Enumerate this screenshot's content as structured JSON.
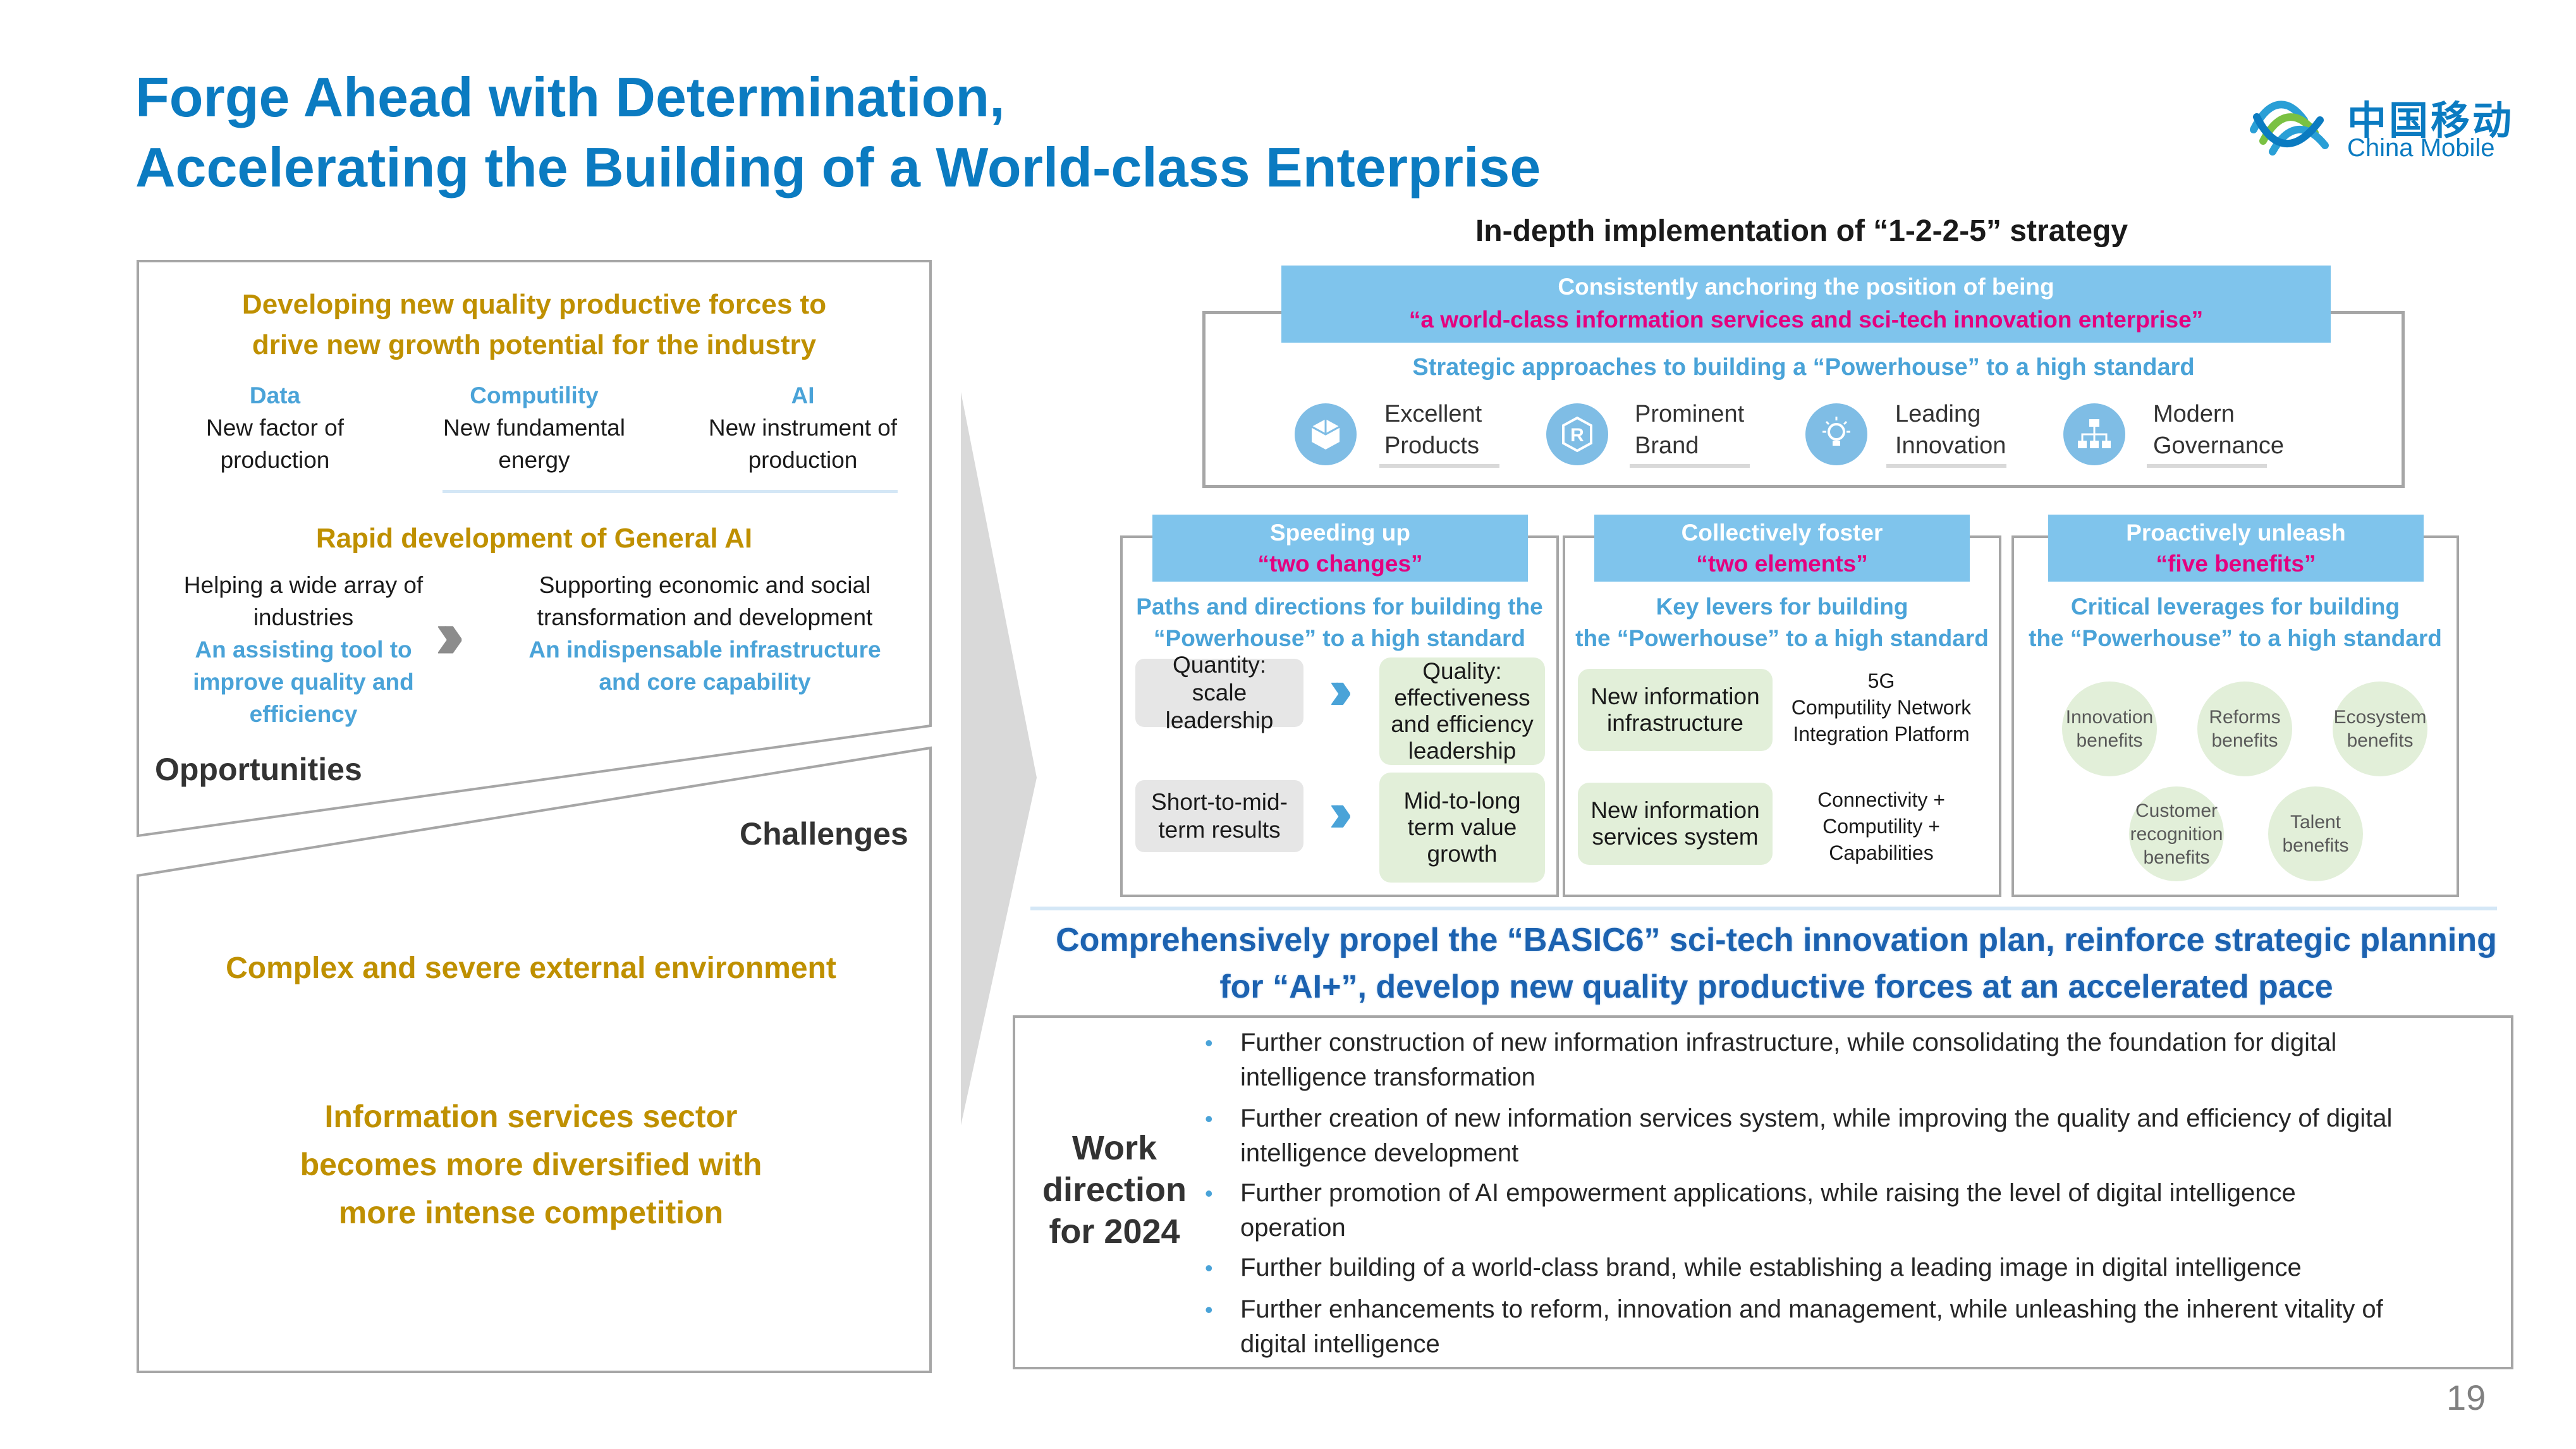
{
  "title": {
    "line1": "Forge Ahead with Determination,",
    "line2": "Accelerating the Building of a World-class Enterprise"
  },
  "logo": {
    "cn": "中国移动",
    "en": "China Mobile",
    "icon": "china-mobile-logo-icon"
  },
  "left": {
    "heading1_l1": "Developing new quality productive forces to",
    "heading1_l2": "drive new growth potential for the industry",
    "factors": [
      {
        "title": "Data",
        "l1": "New factor of",
        "l2": "production"
      },
      {
        "title": "Computility",
        "l1": "New fundamental",
        "l2": "energy"
      },
      {
        "title": "AI",
        "l1": "New instrument of",
        "l2": "production"
      }
    ],
    "heading2": "Rapid development of General AI",
    "ai_left": {
      "l1": "Helping a wide array of",
      "l2": "industries",
      "b1": "An assisting tool to",
      "b2": "improve quality and",
      "b3": "efficiency"
    },
    "ai_right": {
      "l1": "Supporting economic and social",
      "l2": "transformation and development",
      "b1": "An indispensable infrastructure",
      "b2": "and core capability"
    },
    "opportunities": "Opportunities",
    "challenges": "Challenges",
    "challenge1": "Complex and severe external environment",
    "challenge2_l1": "Information services sector",
    "challenge2_l2": "becomes more diversified with",
    "challenge2_l3": "more intense competition"
  },
  "strategy": {
    "heading": "In-depth implementation of “1-2-2-5” strategy",
    "banner_l1": "Consistently anchoring the position of being",
    "banner_l2": "“a world-class information services and sci-tech innovation enterprise”",
    "approaches": "Strategic approaches to building a “Powerhouse” to a high standard",
    "items": [
      {
        "l1": "Excellent",
        "l2": "Products",
        "icon": "cube-icon"
      },
      {
        "l1": "Prominent",
        "l2": "Brand",
        "icon": "registered-icon"
      },
      {
        "l1": "Leading",
        "l2": "Innovation",
        "icon": "lightbulb-icon"
      },
      {
        "l1": "Modern",
        "l2": "Governance",
        "icon": "org-chart-icon"
      }
    ]
  },
  "columns": [
    {
      "banner_l1": "Speeding up",
      "banner_l2": "“two changes”",
      "sub_l1": "Paths and directions for building the",
      "sub_l2": "“Powerhouse” to a high standard",
      "rows": [
        {
          "from_l1": "Quantity:",
          "from_l2": "scale leadership",
          "to_l1": "Quality:",
          "to_l2": "effectiveness",
          "to_l3": "and efficiency",
          "to_l4": "leadership"
        },
        {
          "from_l1": "Short-to-mid-",
          "from_l2": "term results",
          "to_l1": "Mid-to-long",
          "to_l2": "term value",
          "to_l3": "growth"
        }
      ]
    },
    {
      "banner_l1": "Collectively foster",
      "banner_l2": "“two elements”",
      "sub_l1": "Key levers for building",
      "sub_l2": "the “Powerhouse” to a high standard",
      "rows": [
        {
          "l1": "New information",
          "l2": "infrastructure",
          "d1": "5G",
          "d2": "Computility Network",
          "d3": "Integration Platform"
        },
        {
          "l1": "New information",
          "l2": "services system",
          "d1": "Connectivity +",
          "d2": "Computility +",
          "d3": "Capabilities"
        }
      ]
    },
    {
      "banner_l1": "Proactively unleash",
      "banner_l2": "“five benefits”",
      "sub_l1": "Critical leverages for building",
      "sub_l2": "the “Powerhouse” to a high standard",
      "bubbles": [
        {
          "l1": "Innovation",
          "l2": "benefits",
          "l3": ""
        },
        {
          "l1": "Reforms",
          "l2": "benefits",
          "l3": ""
        },
        {
          "l1": "Ecosystem",
          "l2": "benefits",
          "l3": ""
        },
        {
          "l1": "Customer",
          "l2": "recognition",
          "l3": "benefits"
        },
        {
          "l1": "Talent",
          "l2": "benefits",
          "l3": ""
        }
      ]
    }
  ],
  "propel": {
    "l1": "Comprehensively propel the “BASIC6” sci-tech innovation plan, reinforce strategic planning",
    "l2": "for “AI+”, develop new quality productive forces at an accelerated pace"
  },
  "work": {
    "label_l1": "Work",
    "label_l2": "direction",
    "label_l3": "for 2024",
    "bullets": [
      {
        "l1": "Further construction of new information infrastructure, while consolidating the foundation for digital",
        "l2": "intelligence transformation"
      },
      {
        "l1": "Further creation of new information services system, while improving the quality and efficiency of digital",
        "l2": "intelligence development"
      },
      {
        "l1": "Further promotion of AI empowerment applications, while raising the level of digital intelligence",
        "l2": "operation"
      },
      {
        "l1": "Further building of a world-class brand, while establishing a leading image in digital intelligence",
        "l2": ""
      },
      {
        "l1": "Further enhancements to reform, innovation and management, while unleashing the inherent vitality of",
        "l2": "digital intelligence"
      }
    ]
  },
  "page_number": "19",
  "colors": {
    "brand_blue": "#0b7bc1",
    "light_blue": "#7fc4ec",
    "gold": "#bf9000",
    "pink": "#e4007f",
    "pale_green": "#e2efd9"
  }
}
